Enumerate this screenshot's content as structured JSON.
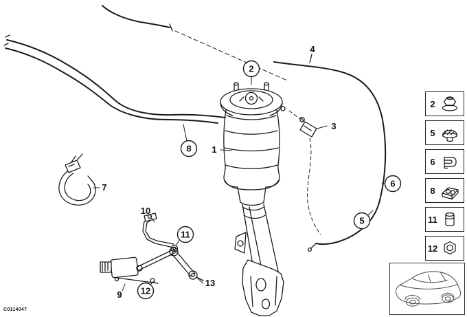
{
  "diagram": {
    "code": "C0114047",
    "callouts": {
      "p1": "1",
      "p2": "2",
      "p3": "3",
      "p4": "4",
      "p5": "5",
      "p6": "6",
      "p7": "7",
      "p8": "8",
      "p9": "9",
      "p10": "10",
      "p11": "11",
      "p12": "12",
      "p13": "13"
    },
    "parts": {
      "main": "air-spring-strut-front",
      "drawn": [
        "air-lines",
        "strut-top-mount",
        "air-spring-bellows",
        "shock-absorber-body",
        "lower-mount-bracket",
        "pressure-valve",
        "hose-clamp",
        "sensor-bracket",
        "ride-height-sensor",
        "sensor-link-rod"
      ]
    },
    "sidebar": {
      "items": [
        {
          "label": "2",
          "icon": "flange-nut-icon"
        },
        {
          "label": "5",
          "icon": "plug-grommet-icon"
        },
        {
          "label": "6",
          "icon": "cable-clip-icon"
        },
        {
          "label": "8",
          "icon": "line-holder-icon"
        },
        {
          "label": "11",
          "icon": "bolt-icon"
        },
        {
          "label": "12",
          "icon": "hex-nut-icon"
        }
      ]
    },
    "thumbnail": {
      "name": "vehicle-sketch"
    },
    "colors": {
      "line": "#1a1a1a",
      "background": "#ffffff"
    }
  }
}
